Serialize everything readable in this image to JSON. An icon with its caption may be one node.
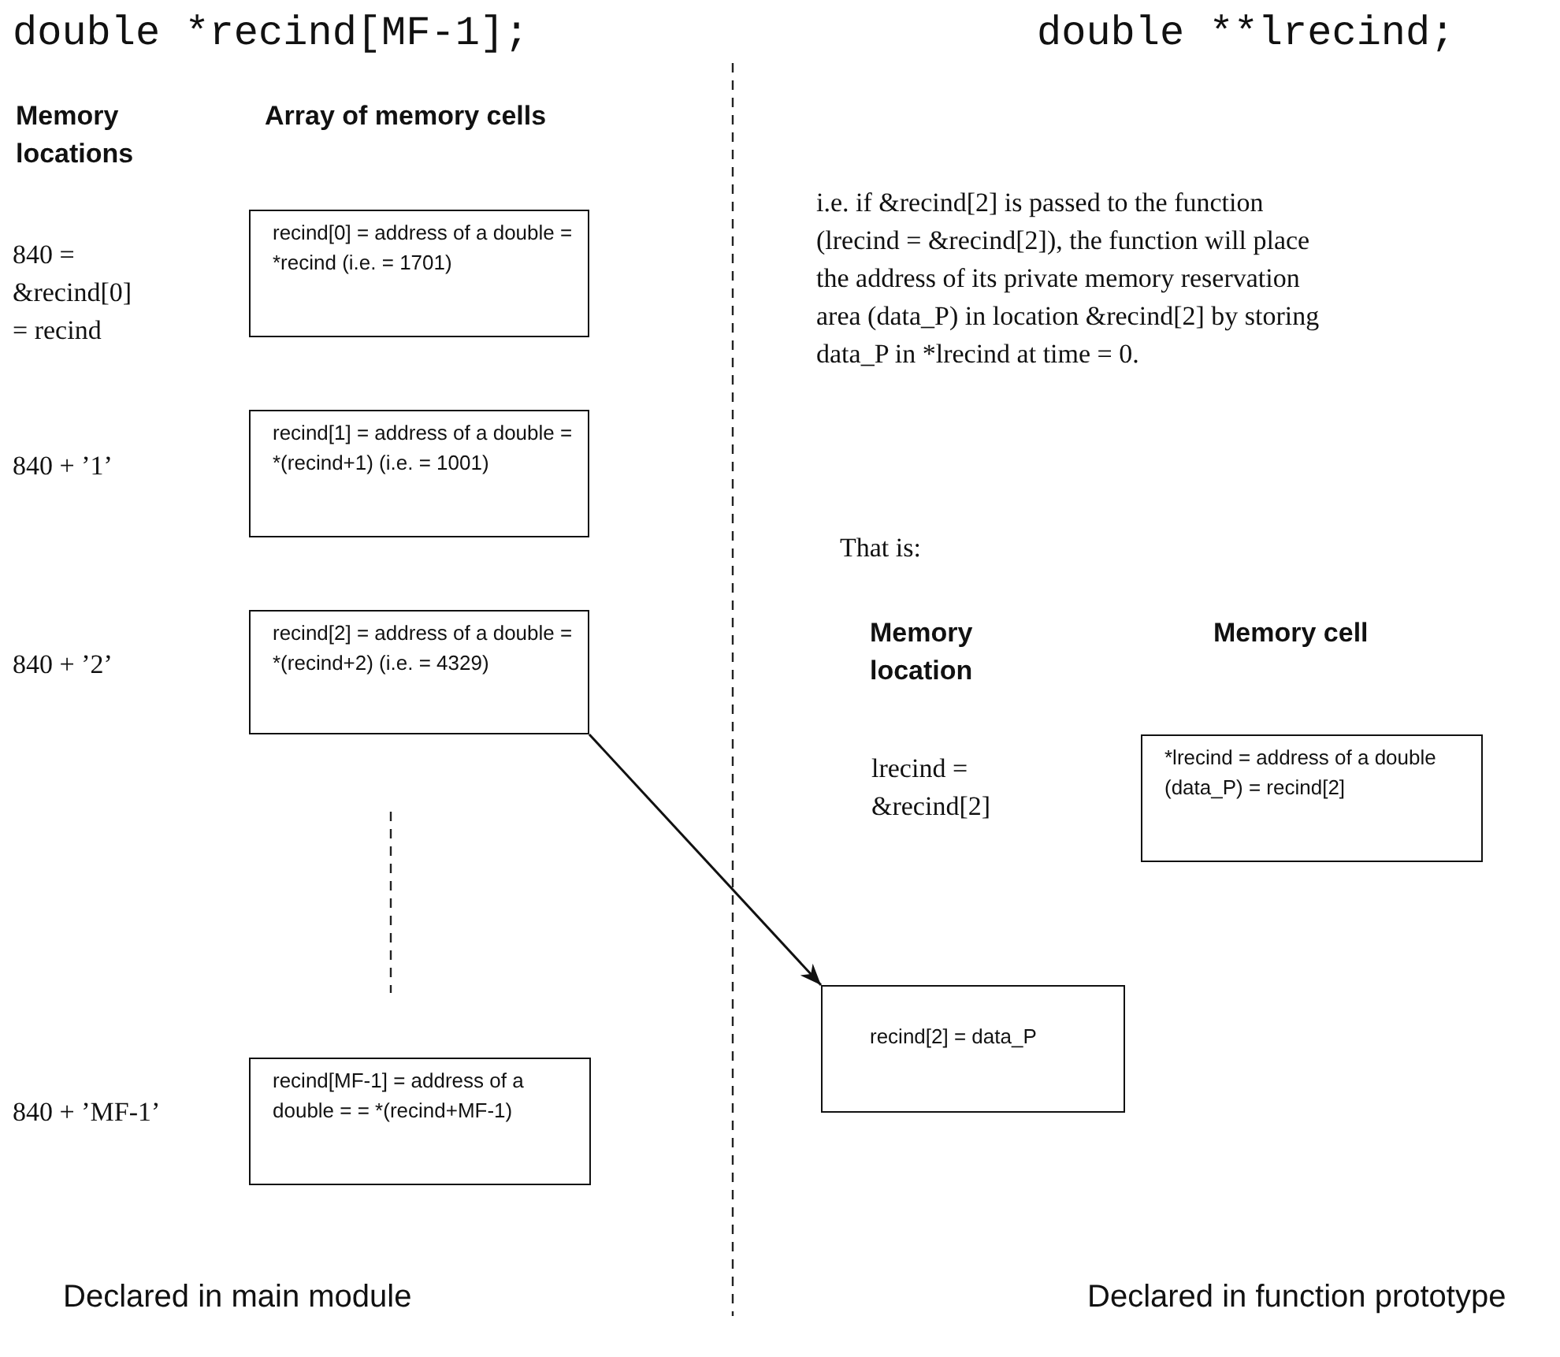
{
  "diagram": {
    "nodes": [
      {
        "text": [
          "recind[0] = address of a double = *recind (i.e. = 1701)"
        ]
      },
      {
        "text": [
          "recind[1] = address of a double = *(recind+1) (i.e. = 1001)"
        ]
      },
      {
        "text": [
          "recind[2] = address of a double = *(recind+2) (i.e. = 4329)"
        ]
      },
      {
        "text": [
          "recind[MF-1] = address of a double = = *(recind+MF-1)"
        ]
      },
      {
        "text": [
          "*lrecind = address of a double (data_P) = recind[2]"
        ]
      },
      {
        "text": [
          "recind[2] = data_P"
        ]
      }
    ],
    "edges": [
      {
        "from": 2,
        "to": 5,
        "arrow": "to"
      }
    ],
    "labels": [
      "double *recind[MF-1];",
      "double **lrecind;",
      "Memory locations",
      "Array of memory cells",
      "840 = &recind[0] = recind",
      "840 + ’1’",
      "840 + ’2’",
      "i.e. if &recind[2] is passed to the function (lrecind = &recind[2]), the function will place the address of its private memory reservation area (data_P) in location &recind[2] by storing data_P in *lrecind at time = 0.",
      "That is:",
      "Memory location",
      "Memory cell",
      "lrecind = &recind[2]",
      "840 + ’MF-1’",
      "Declared in main module",
      "Declared in function prototype"
    ]
  }
}
